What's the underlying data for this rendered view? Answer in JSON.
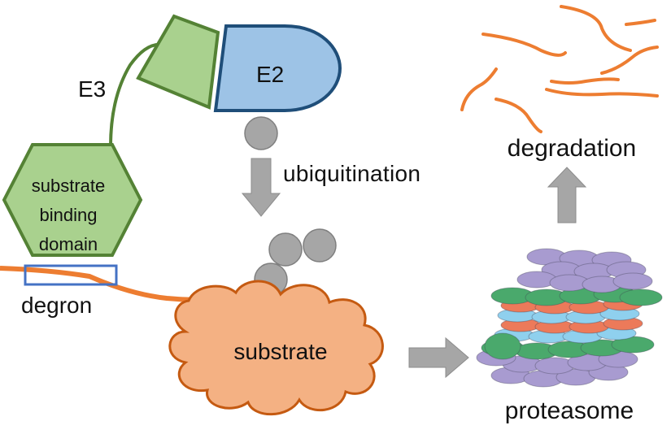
{
  "labels": {
    "e3": "E3",
    "e2": "E2",
    "substrate_binding_domain": [
      "substrate",
      "binding",
      "domain"
    ],
    "degron": "degron",
    "ubiquitination": "ubiquitination",
    "substrate": "substrate",
    "degradation": "degradation",
    "proteasome": "proteasome"
  },
  "colors": {
    "e3_fill": "#a9d18e",
    "e3_stroke": "#548235",
    "e2_fill": "#9dc3e6",
    "e2_stroke": "#1f4e79",
    "ubiquitin_fill": "#a6a6a6",
    "ubiquitin_stroke": "#7f7f7f",
    "arrow_fill": "#a6a6a6",
    "substrate_fill": "#f4b183",
    "substrate_stroke": "#c55a11",
    "chain": "#ed7d31",
    "degron_box": "#4472c4",
    "proteasome_purple": "#a89bd0",
    "proteasome_green": "#4aa96c",
    "proteasome_blue": "#8fd0ee",
    "proteasome_red": "#ec7a5a"
  }
}
